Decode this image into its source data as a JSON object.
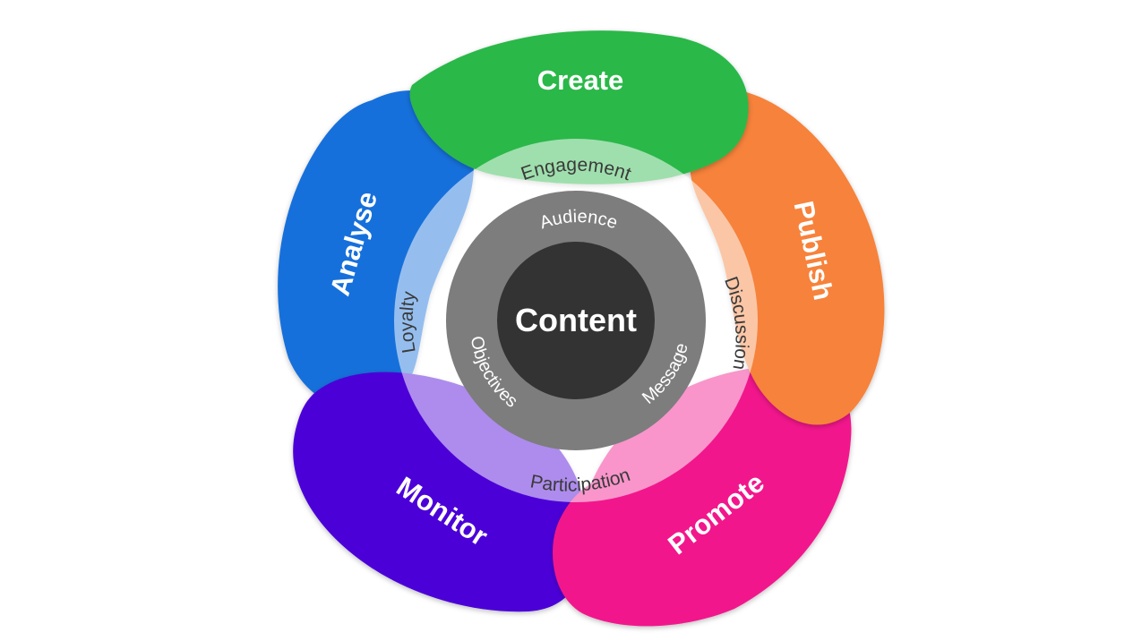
{
  "center": {
    "label": "Content"
  },
  "phases": [
    {
      "id": "create",
      "label": "Create",
      "color": "#2bb84a"
    },
    {
      "id": "publish",
      "label": "Publish",
      "color": "#f7823a"
    },
    {
      "id": "promote",
      "label": "Promote",
      "color": "#f2158c"
    },
    {
      "id": "monitor",
      "label": "Monitor",
      "color": "#4b04d8"
    },
    {
      "id": "analyse",
      "label": "Analyse",
      "color": "#146fdb"
    }
  ],
  "outer_ring": [
    "Engagement",
    "Discussion",
    "Participation",
    "Loyalty"
  ],
  "inner_ring": [
    "Audience",
    "Message",
    "Objectives"
  ],
  "colors": {
    "ring_base": "#c8c8c8",
    "inner_ring": "#7d7d7d",
    "center": "#333333"
  }
}
